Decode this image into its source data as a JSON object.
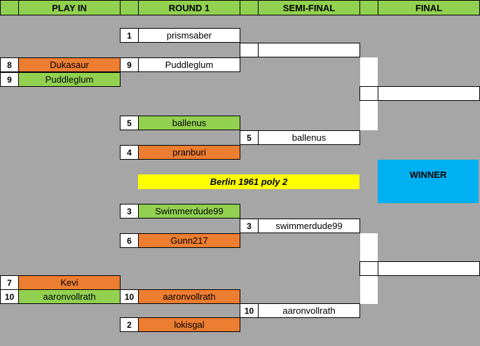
{
  "headers": {
    "play_in": "PLAY IN",
    "round1": "ROUND 1",
    "semi_final": "SEMI-FINAL",
    "final": "FINAL"
  },
  "banner": "Berlin 1961 poly 2",
  "winner_label": "WINNER",
  "play_in": {
    "top": [
      {
        "seed": "8",
        "name": "Dukasaur"
      },
      {
        "seed": "9",
        "name": "Puddleglum"
      }
    ],
    "bottom": [
      {
        "seed": "7",
        "name": "Kevi"
      },
      {
        "seed": "10",
        "name": "aaronvollrath"
      }
    ]
  },
  "round1": [
    {
      "seed": "1",
      "name": "prismsaber"
    },
    {
      "seed": "9",
      "name": "Puddleglum"
    },
    {
      "seed": "5",
      "name": "ballenus"
    },
    {
      "seed": "4",
      "name": "pranburi"
    },
    {
      "seed": "3",
      "name": "Swimmerdude99"
    },
    {
      "seed": "6",
      "name": "Gunn217"
    },
    {
      "seed": "10",
      "name": "aaronvollrath"
    },
    {
      "seed": "2",
      "name": "lokisgal"
    }
  ],
  "semi_final": [
    {
      "seed": "",
      "name": ""
    },
    {
      "seed": "5",
      "name": "ballenus"
    },
    {
      "seed": "3",
      "name": "swimmerdude99"
    },
    {
      "seed": "10",
      "name": "aaronvollrath"
    }
  ],
  "final": [
    {
      "seed": "",
      "name": ""
    },
    {
      "seed": "",
      "name": ""
    }
  ],
  "colors": {
    "header": "#92d050",
    "winner_green": "#92d050",
    "loser_orange": "#ed7d31",
    "banner": "#ffff00",
    "winner_box": "#00b0f0",
    "background": "#a6a6a6"
  }
}
